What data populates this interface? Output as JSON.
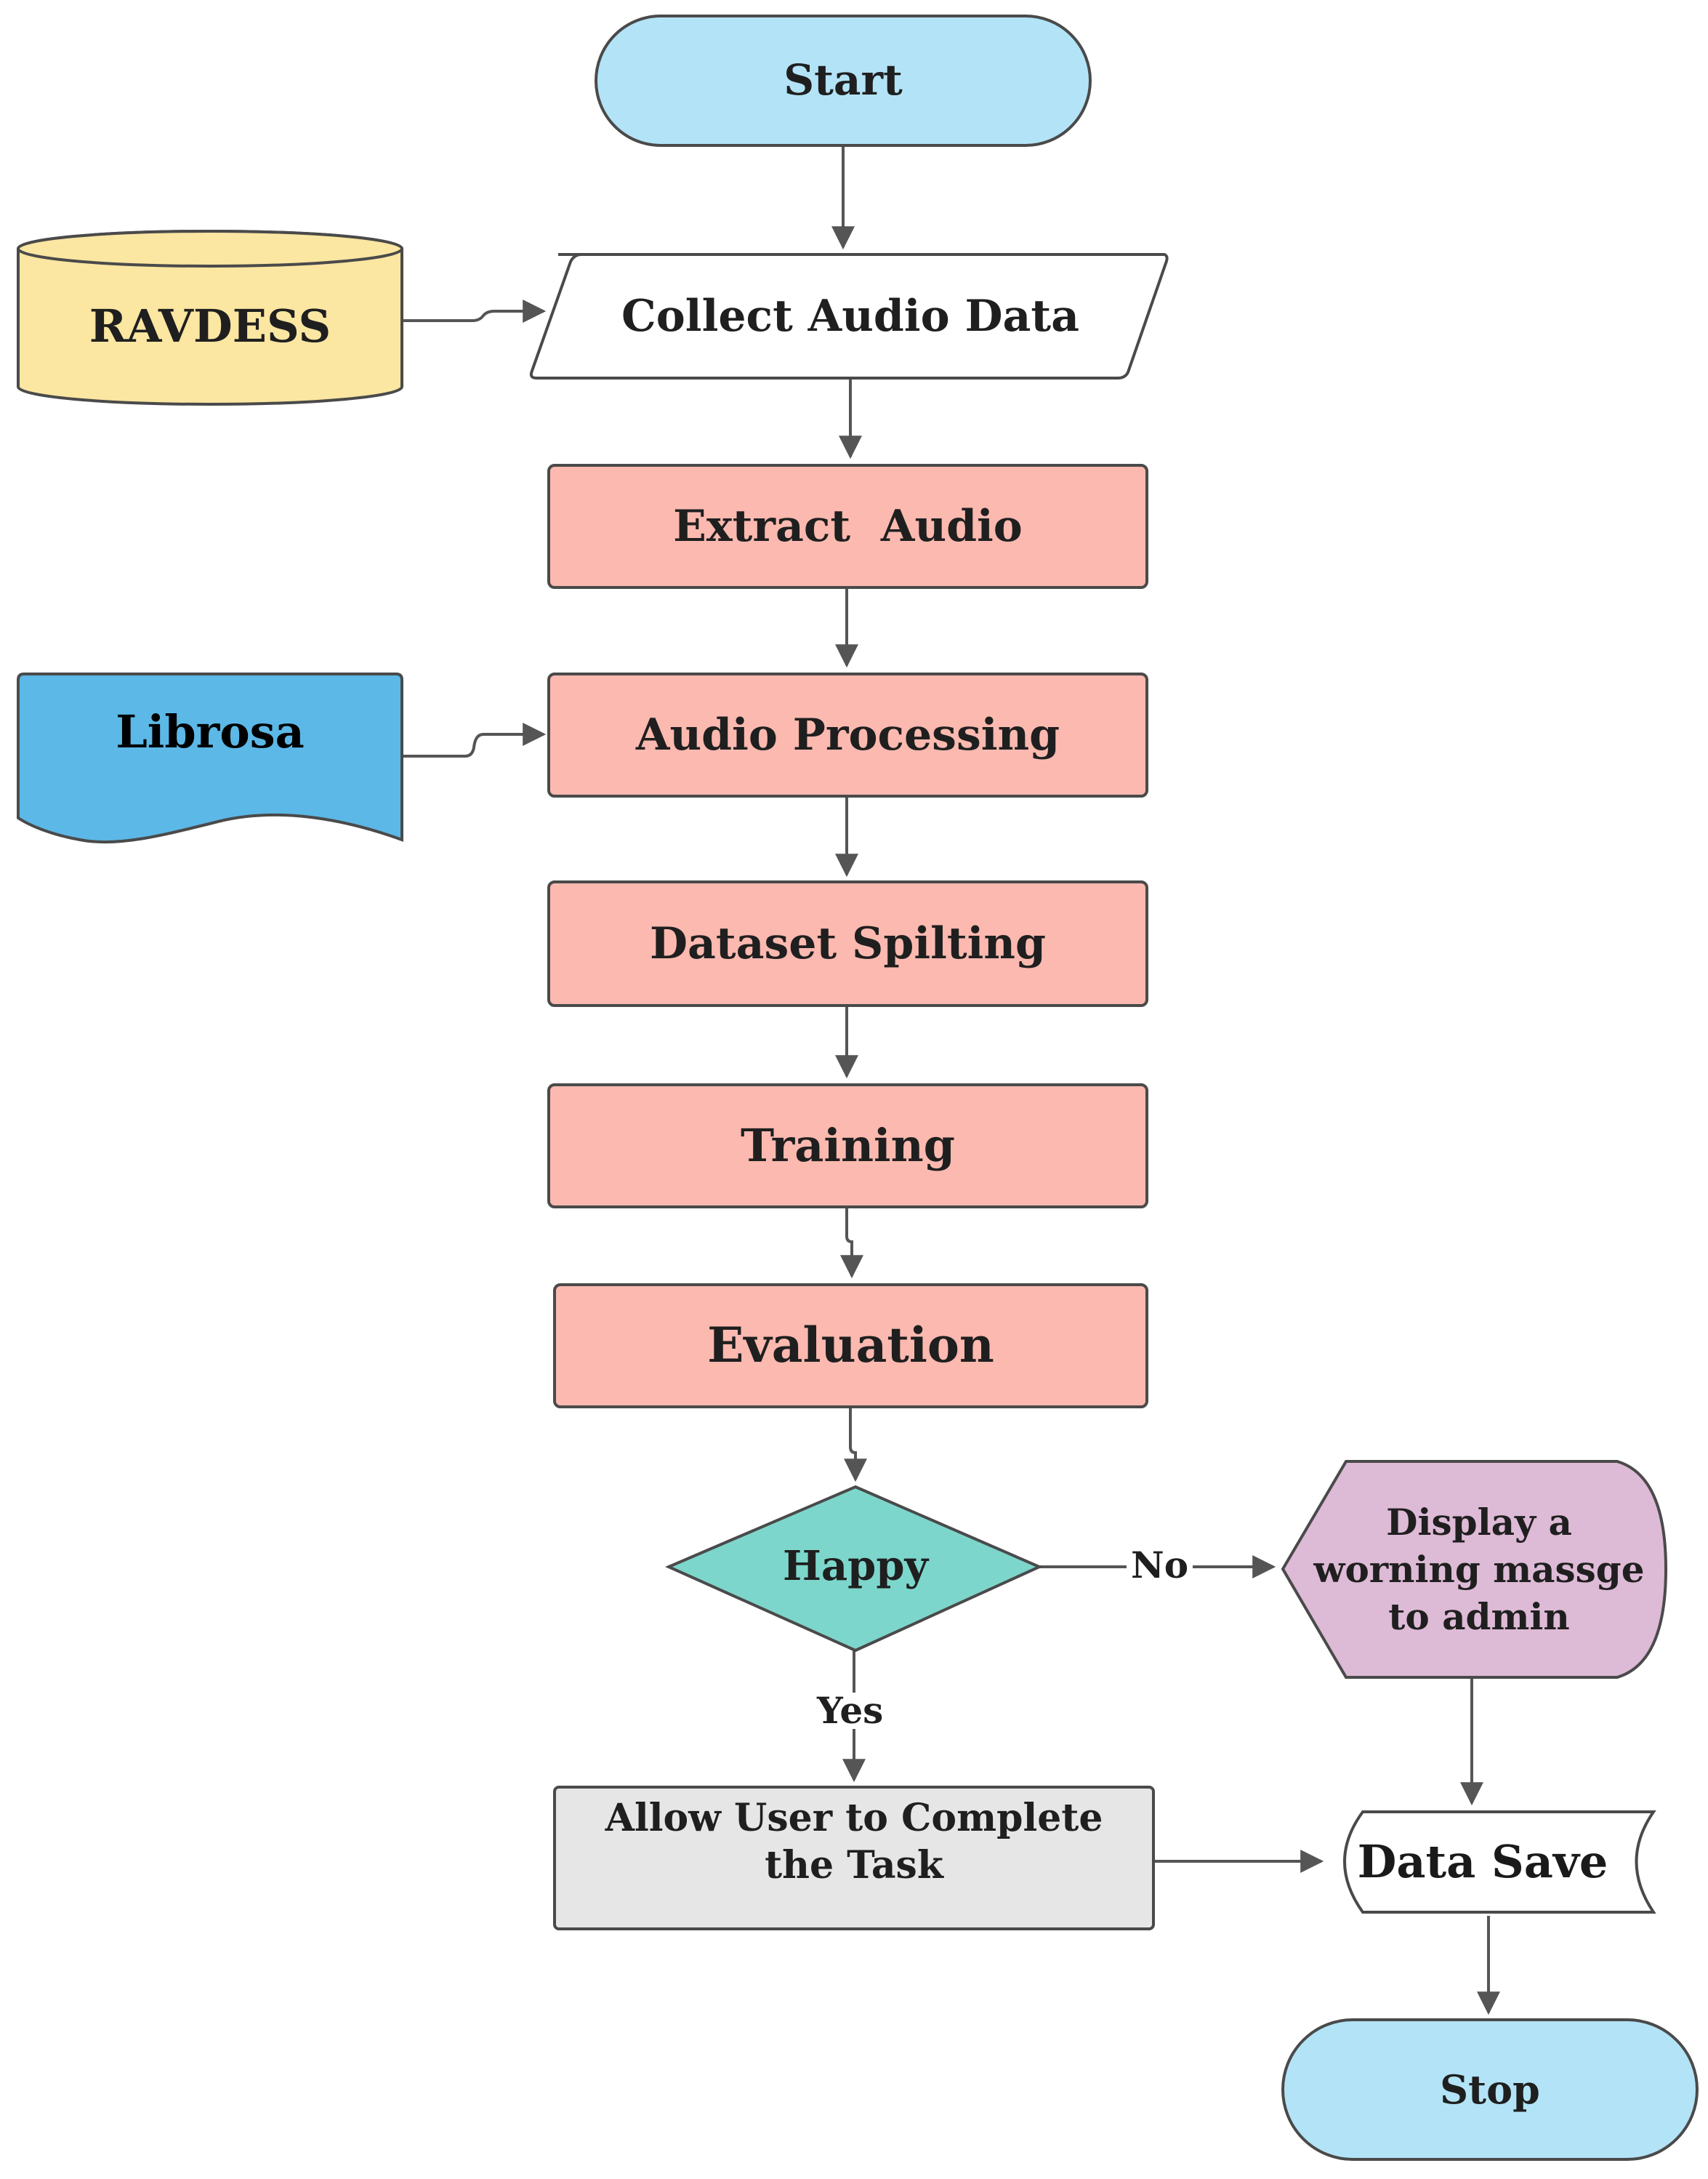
{
  "colors": {
    "terminal": "#b3e3f6",
    "io": "#ffffff",
    "database": "#fbe6a2",
    "document": "#5cb8e6",
    "process": "#fbb9b0",
    "decision": "#7dd6cb",
    "display": "#ddbad6",
    "allow": "#e6e6e6",
    "stored": "#ffffff",
    "stroke": "#4a4a4a",
    "arrow": "#555555"
  },
  "nodes": {
    "start": "Start",
    "collect": "Collect Audio Data",
    "ravdess": "RAVDESS",
    "extract": "Extract  Audio",
    "librosa": "Librosa",
    "processing": "Audio Processing",
    "splitting": "Dataset Spilting",
    "training": "Training",
    "evaluation": "Evaluation",
    "happy": "Happy",
    "display": "Display a\nworning massge\nto admin",
    "allow": "Allow User to Complete\nthe Task",
    "datasave": "Data Save",
    "stop": "Stop"
  },
  "edges": {
    "no": "No",
    "yes": "Yes"
  }
}
